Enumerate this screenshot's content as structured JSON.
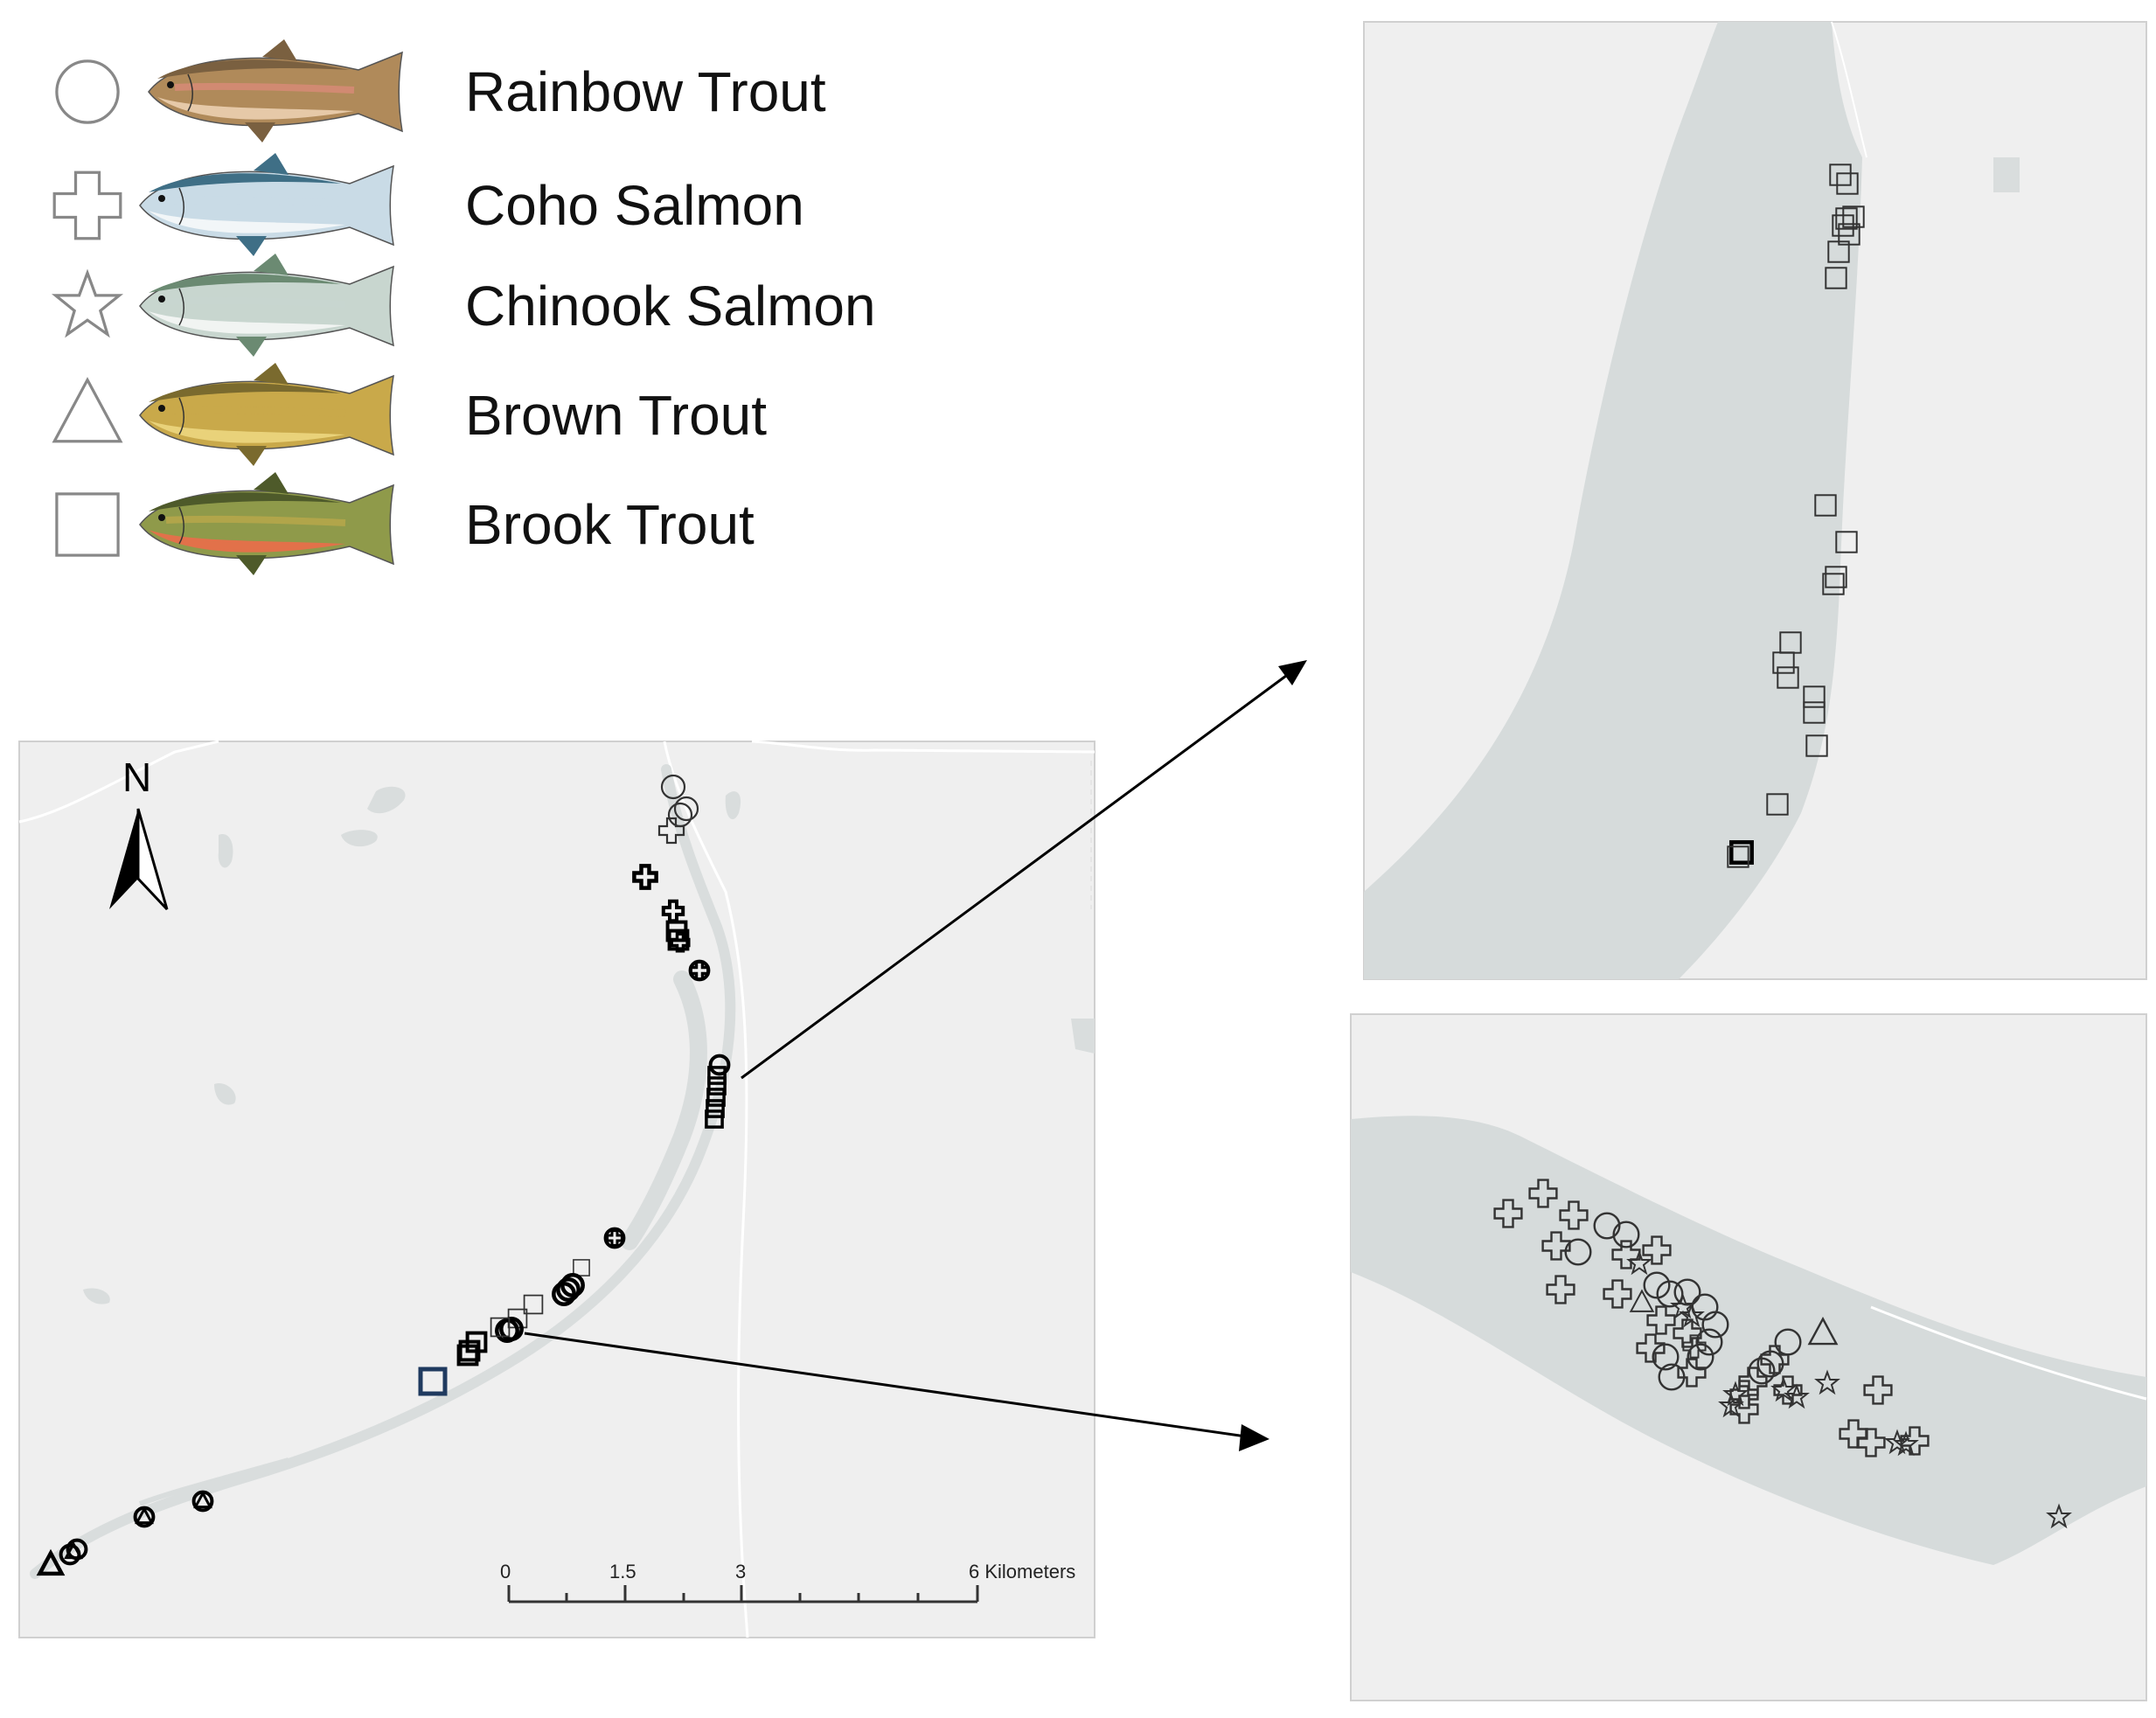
{
  "legend": {
    "items": [
      {
        "symbol": "circle",
        "label": "Rainbow Trout",
        "fish": {
          "body": "#b08a5a",
          "belly": "#e6c9a8",
          "stripe": "#d98a78",
          "back": "#7a6040"
        }
      },
      {
        "symbol": "cross",
        "label": "Coho Salmon",
        "fish": {
          "body": "#c9dbe6",
          "belly": "#f2f6f8",
          "stripe": "#c9dbe6",
          "back": "#3f6f86"
        }
      },
      {
        "symbol": "star",
        "label": "Chinook Salmon",
        "fish": {
          "body": "#c8d6cf",
          "belly": "#f1f4f2",
          "stripe": "#c8d6cf",
          "back": "#6b8a72"
        }
      },
      {
        "symbol": "triangle",
        "label": "Brown Trout",
        "fish": {
          "body": "#c9a94a",
          "belly": "#e9d27a",
          "stripe": "#c9a94a",
          "back": "#7a6a2e"
        }
      },
      {
        "symbol": "square",
        "label": "Brook Trout",
        "fish": {
          "body": "#8f9a4a",
          "belly": "#e2714a",
          "stripe": "#b9a84a",
          "back": "#4e5a2a"
        }
      }
    ]
  },
  "north_arrow": {
    "label": "N"
  },
  "scale_bar": {
    "ticks": [
      "0",
      "1.5",
      "3"
    ],
    "end_label": "6 Kilometers"
  },
  "colors": {
    "land": "#efefef",
    "water": "#d6dbdb",
    "river_line": "#d9dddd",
    "frame": "#d0d0d0",
    "highlight_square": "#1f3a5f",
    "symbol_stroke": "#333333"
  },
  "inset_top_symbol": "square",
  "inset_bottom_symbols": [
    "cross",
    "circle",
    "star",
    "triangle"
  ]
}
